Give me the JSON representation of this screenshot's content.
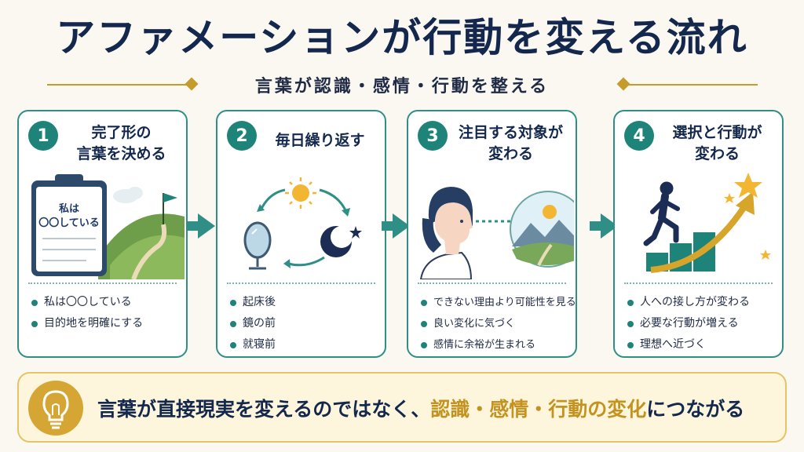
{
  "header": {
    "title": "アファメーションが行動を変える流れ",
    "subtitle": "言葉が認識・感情・行動を整える"
  },
  "steps": [
    {
      "number": "1",
      "title_line1": "完了形の",
      "title_line2": "言葉を決める",
      "clipboard_line1": "私は",
      "clipboard_line2": "〇〇している",
      "bullets": [
        "私は〇〇している",
        "目的地を明確にする"
      ]
    },
    {
      "number": "2",
      "title_line1": "毎日繰り返す",
      "title_line2": "",
      "bullets": [
        "起床後",
        "鏡の前",
        "就寝前"
      ]
    },
    {
      "number": "3",
      "title_line1": "注目する対象が",
      "title_line2": "変わる",
      "bullets": [
        "できない理由より可能性を見る",
        "良い変化に気づく",
        "感情に余裕が生まれる"
      ]
    },
    {
      "number": "4",
      "title_line1": "選択と行動が",
      "title_line2": "変わる",
      "bullets": [
        "人への接し方が変わる",
        "必要な行動が増える",
        "理想へ近づく"
      ]
    }
  ],
  "summary": {
    "part1": "言葉が直接現実を変えるのではなく、",
    "highlight": "認識・感情・行動の変化",
    "part2": "につながる"
  },
  "colors": {
    "teal": "#1e8379",
    "gold": "#c59b2c",
    "navy": "#13284c"
  }
}
